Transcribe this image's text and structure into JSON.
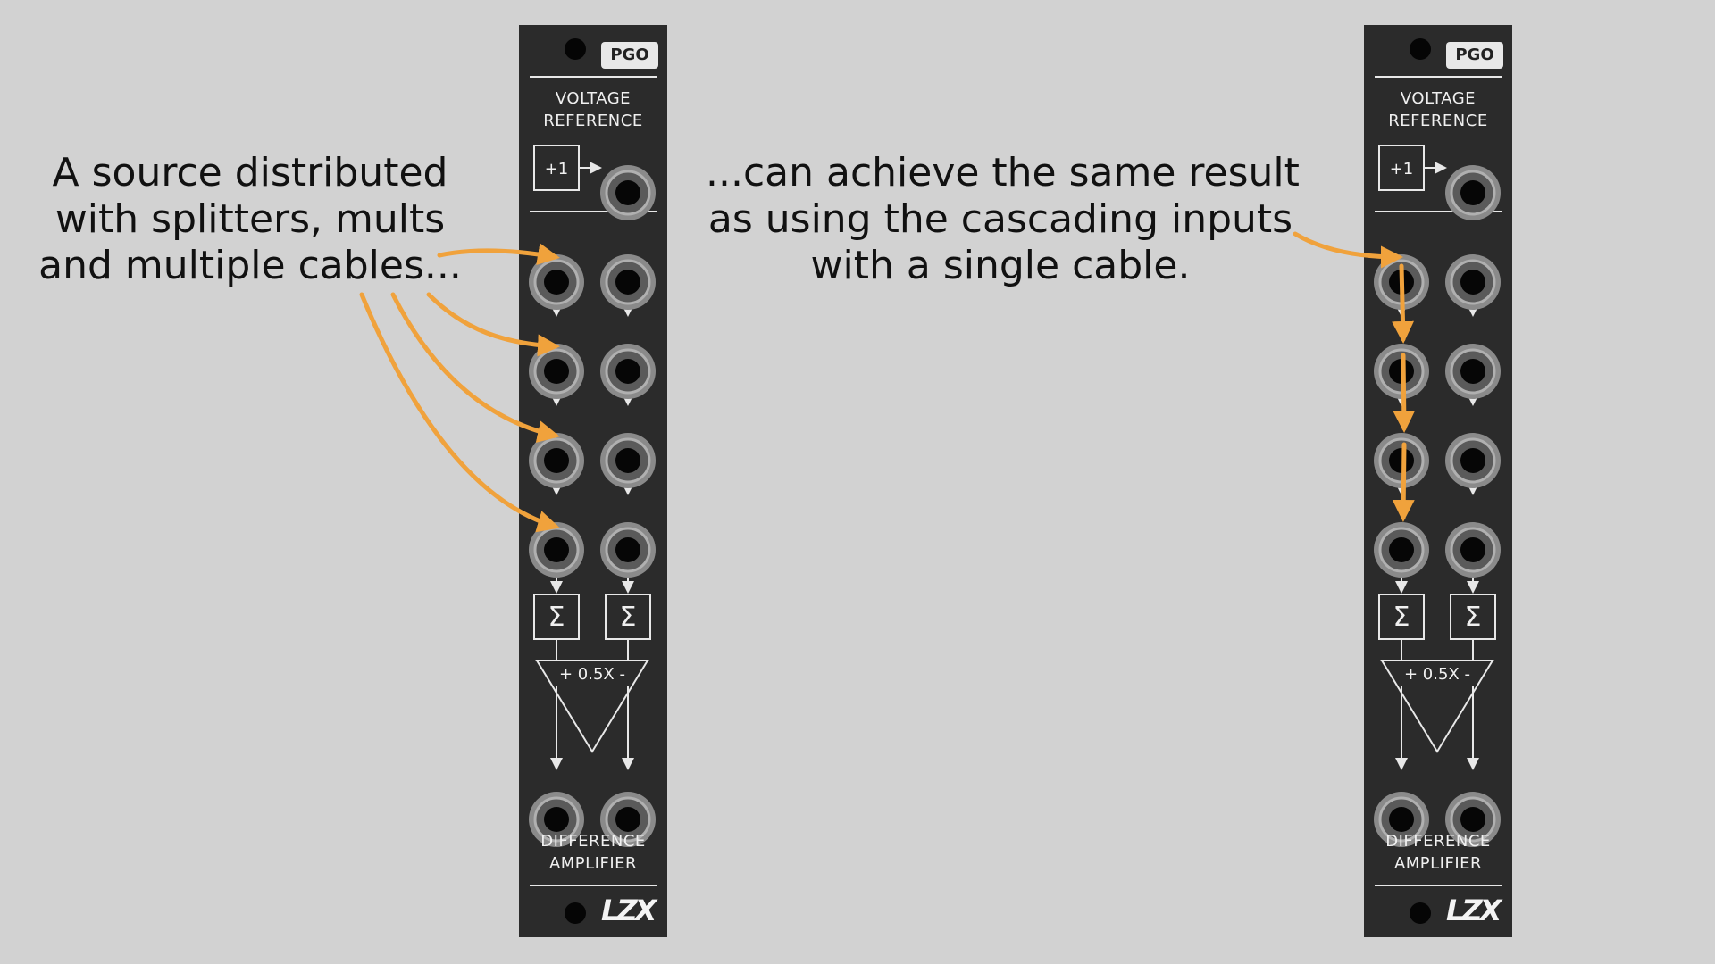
{
  "captions": {
    "left": [
      "A source distributed",
      "with splitters, mults",
      "and multiple cables..."
    ],
    "right": [
      "...can achieve the same result",
      "as using the cascading inputs",
      "with a single cable."
    ]
  },
  "module": {
    "badge": "PGO",
    "voltage_reference_label": [
      "VOLTAGE",
      "REFERENCE"
    ],
    "reference_button": "+1",
    "sum_symbol": "Σ",
    "amplifier_label": "+ 0.5X -",
    "difference_amplifier_label": [
      "DIFFERENCE",
      "AMPLIFIER"
    ],
    "logo": "LZX"
  },
  "colors": {
    "background": "#d2d2d2",
    "panel": "#2b2b2b",
    "cable": "#f0a23c",
    "panel_text": "#f0f0f0"
  }
}
